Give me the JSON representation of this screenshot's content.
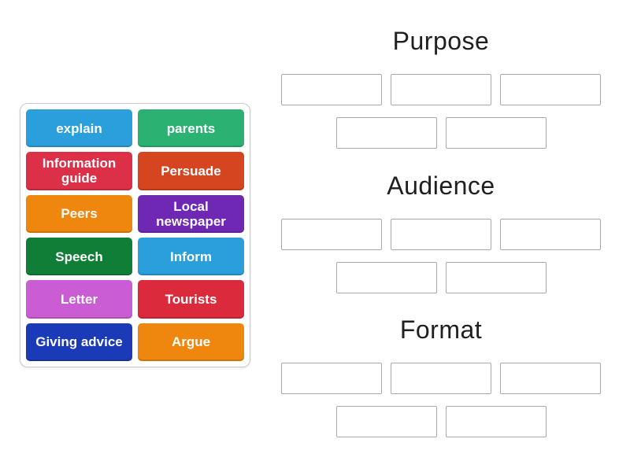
{
  "page": {
    "background_color": "#ffffff",
    "tile_text_color": "#ffffff",
    "header_text_color": "#1f1f1f",
    "slot_border_color": "#a9a9a9"
  },
  "word_bank": {
    "tiles": [
      {
        "label": "explain",
        "color": "#2B9FDB"
      },
      {
        "label": "parents",
        "color": "#2BB273"
      },
      {
        "label": "Information guide",
        "color": "#DB3048"
      },
      {
        "label": "Persuade",
        "color": "#D44520"
      },
      {
        "label": "Peers",
        "color": "#EF860D"
      },
      {
        "label": "Local newspaper",
        "color": "#6E28B4"
      },
      {
        "label": "Speech",
        "color": "#107E37"
      },
      {
        "label": "Inform",
        "color": "#2B9FDB"
      },
      {
        "label": "Letter",
        "color": "#CB5DD4"
      },
      {
        "label": "Tourists",
        "color": "#DA2A3C"
      },
      {
        "label": "Giving advice",
        "color": "#1A3AB8"
      },
      {
        "label": "Argue",
        "color": "#EF860D"
      }
    ]
  },
  "groups": [
    {
      "title": "Purpose"
    },
    {
      "title": "Audience"
    },
    {
      "title": "Format"
    }
  ]
}
